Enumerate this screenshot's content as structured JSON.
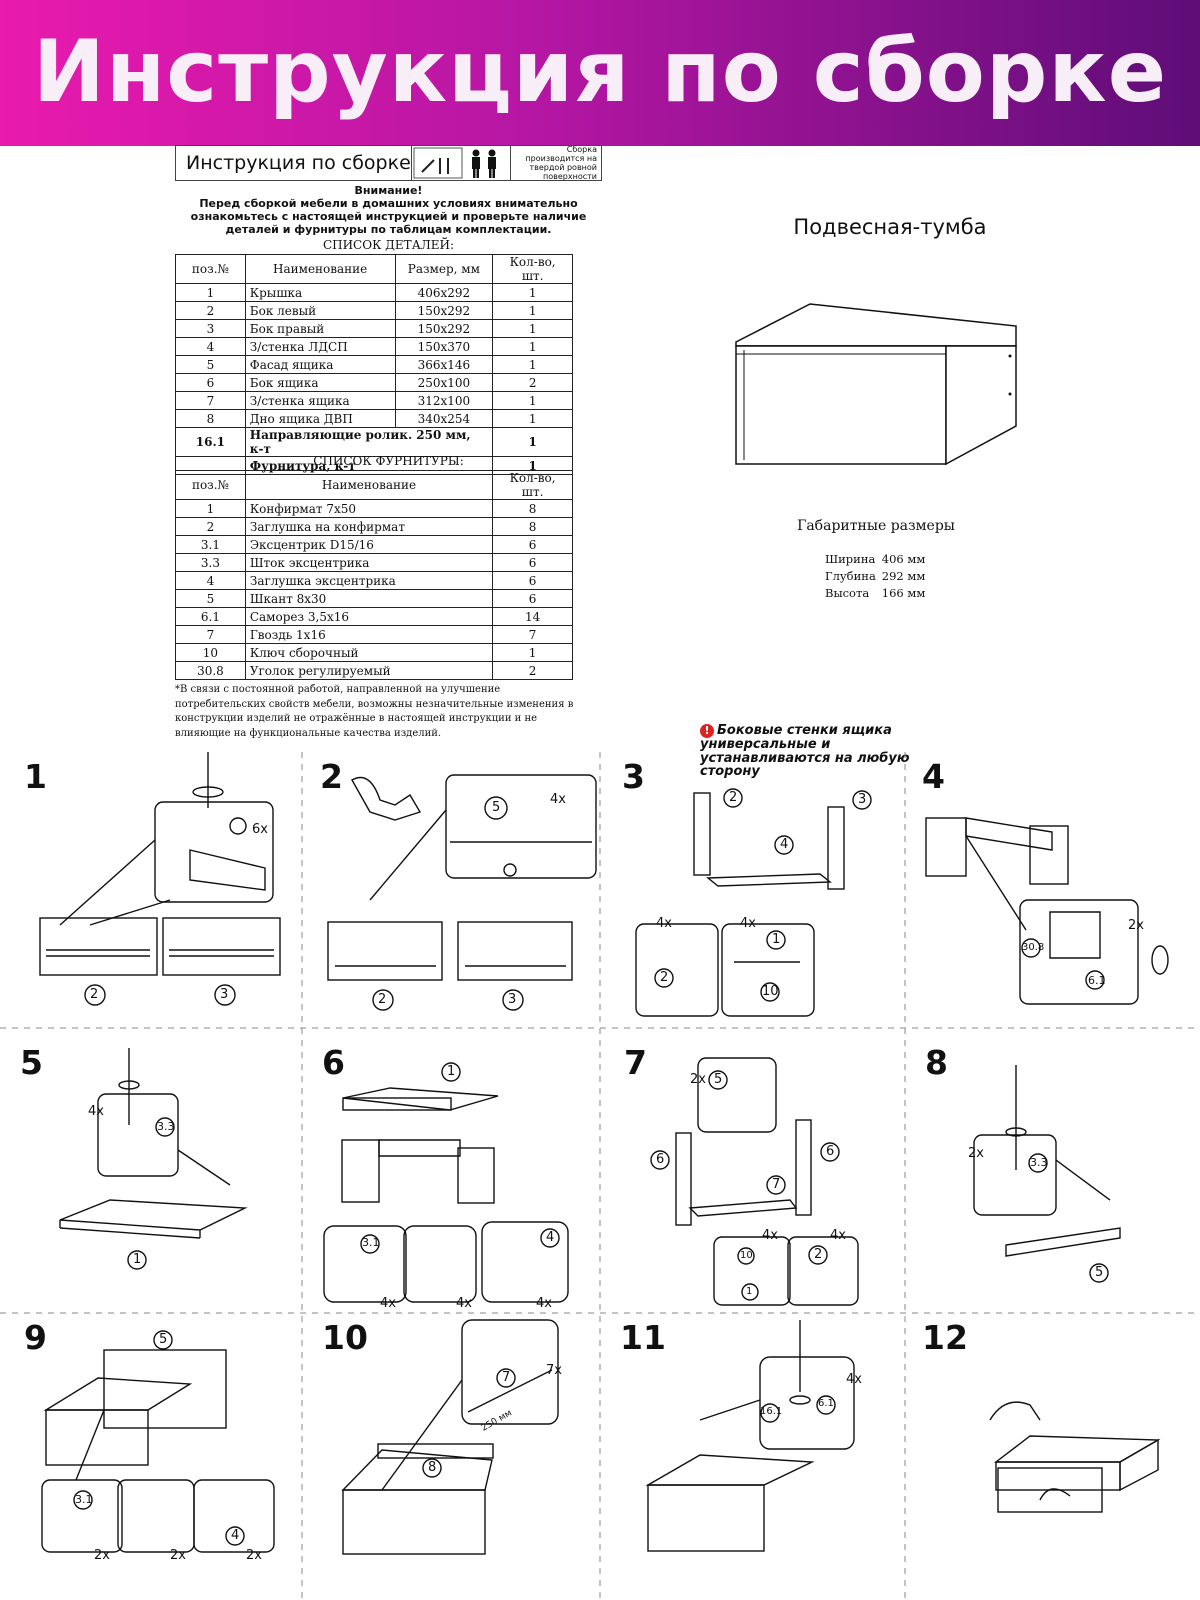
{
  "banner": {
    "title": "Инструкция по сборке"
  },
  "doc_header": {
    "title": "Инструкция по сборке",
    "note": "Сборка производится на твердой ровной поверхности"
  },
  "attention": {
    "heading": "Внимание!",
    "text": "Перед сборкой мебели в домашних условиях внимательно ознакомьтесь с настоящей инструкцией  и проверьте наличие деталей и фурнитуры по таблицам комплектации."
  },
  "parts": {
    "title": "СПИСОК ДЕТАЛЕЙ:",
    "headers": [
      "поз.№",
      "Наименование",
      "Размер, мм",
      "Кол-во, шт."
    ],
    "rows": [
      {
        "pos": "1",
        "name": "Крышка",
        "size": "406х292",
        "qty": "1"
      },
      {
        "pos": "2",
        "name": "Бок левый",
        "size": "150х292",
        "qty": "1"
      },
      {
        "pos": "3",
        "name": "Бок правый",
        "size": "150х292",
        "qty": "1"
      },
      {
        "pos": "4",
        "name": "З/стенка ЛДСП",
        "size": "150х370",
        "qty": "1"
      },
      {
        "pos": "5",
        "name": "Фасад ящика",
        "size": "366х146",
        "qty": "1"
      },
      {
        "pos": "6",
        "name": "Бок ящика",
        "size": "250х100",
        "qty": "2"
      },
      {
        "pos": "7",
        "name": "З/стенка ящика",
        "size": "312х100",
        "qty": "1"
      },
      {
        "pos": "8",
        "name": "Дно ящика ДВП",
        "size": "340х254",
        "qty": "1"
      }
    ],
    "rail_row": {
      "pos": "16.1",
      "name": "Направляющие ролик. 250 мм,  к-т",
      "qty": "1"
    },
    "fittings_row": {
      "name": "Фурнитура, к-т",
      "qty": "1"
    }
  },
  "fittings": {
    "title": "СПИСОК ФУРНИТУРЫ:",
    "headers": [
      "поз.№",
      "Наименование",
      "Кол-во, шт."
    ],
    "rows": [
      {
        "pos": "1",
        "name": "Конфирмат 7х50",
        "qty": "8"
      },
      {
        "pos": "2",
        "name": "Заглушка на конфирмат",
        "qty": "8"
      },
      {
        "pos": "3.1",
        "name": "Эксцентрик D15/16",
        "qty": "6"
      },
      {
        "pos": "3.3",
        "name": "Шток эксцентрика",
        "qty": "6"
      },
      {
        "pos": "4",
        "name": "Заглушка эксцентрика",
        "qty": "6"
      },
      {
        "pos": "5",
        "name": "Шкант 8х30",
        "qty": "6"
      },
      {
        "pos": "6.1",
        "name": "Саморез 3,5х16",
        "qty": "14"
      },
      {
        "pos": "7",
        "name": "Гвоздь 1х16",
        "qty": "7"
      },
      {
        "pos": "10",
        "name": "Ключ сборочный",
        "qty": "1"
      },
      {
        "pos": "30.8",
        "name": "Уголок регулируемый",
        "qty": "2"
      }
    ]
  },
  "footnote": "*В связи с постоянной работой, направленной на улучшение потребительских свойств мебели, возможны незначительные изменения в конструкции изделий не отражённые в настоящей инструкции и не влияющие на функциональные качества изделий.",
  "product": {
    "title": "Подвесная-тумба",
    "dims_title": "Габаритные размеры",
    "dims": [
      {
        "label": "Ширина",
        "value": "406 мм"
      },
      {
        "label": "Глубина",
        "value": "292 мм"
      },
      {
        "label": "Высота",
        "value": "166 мм"
      }
    ]
  },
  "warning": "Боковые стенки ящика универсальные и устанавливаются на любую сторону",
  "steps": [
    "1",
    "2",
    "3",
    "4",
    "5",
    "6",
    "7",
    "8",
    "9",
    "10",
    "11",
    "12"
  ],
  "callouts": {
    "s1": [
      "6x",
      "2",
      "3"
    ],
    "s2": [
      "5",
      "4x",
      "2",
      "3"
    ],
    "s3": [
      "2",
      "3",
      "4",
      "4x",
      "4x",
      "1",
      "2",
      "10"
    ],
    "s4": [
      "2x",
      "30.8",
      "6.1"
    ],
    "s5": [
      "4x",
      "3.3",
      "1"
    ],
    "s6": [
      "1",
      "3.1",
      "4",
      "4x",
      "4x",
      "4x"
    ],
    "s7": [
      "2x",
      "5",
      "6",
      "6",
      "7",
      "4x",
      "4x",
      "10",
      "1",
      "2"
    ],
    "s8": [
      "2x",
      "3.3",
      "5"
    ],
    "s9": [
      "5",
      "3.1",
      "4",
      "2x",
      "2x",
      "2x"
    ],
    "s10": [
      "7",
      "7x",
      "250 мм",
      "8"
    ],
    "s11": [
      "4x",
      "16.1",
      "6.1"
    ]
  }
}
